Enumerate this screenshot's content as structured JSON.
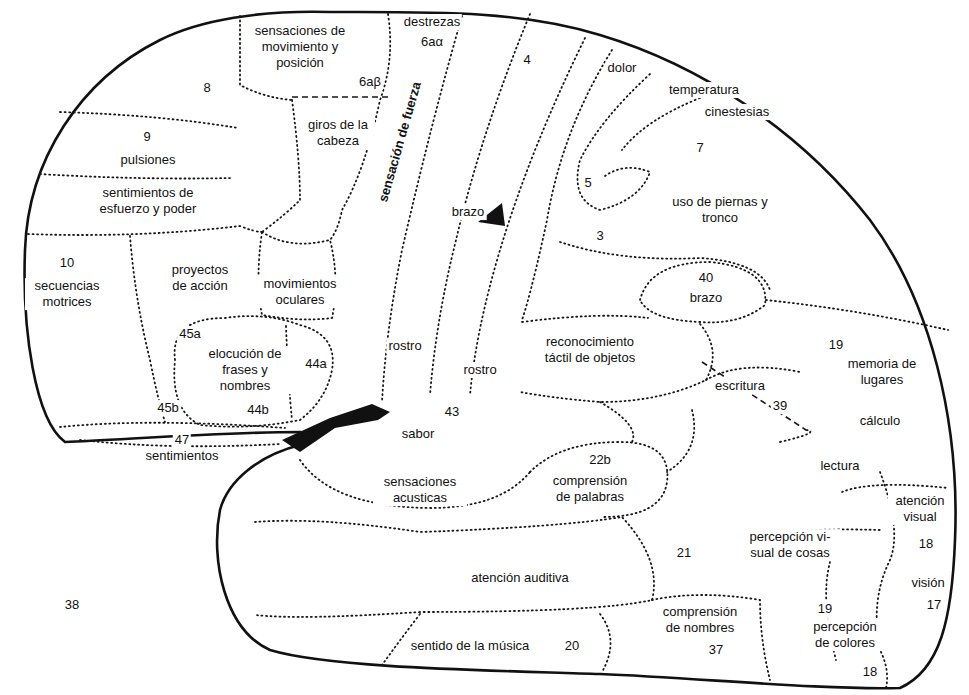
{
  "diagram": {
    "labels": [
      "sensaciones de movimiento y posición",
      "destrezas",
      "6aα",
      "4",
      "dolor",
      "6aβ",
      "8",
      "temperatura",
      "cinestesias",
      "giros de la cabeza",
      "sensación de fuerza",
      "9",
      "7",
      "pulsiones",
      "5",
      "sentimientos de esfuerzo y poder",
      "uso de piernas y tronco",
      "brazo",
      "3",
      "10",
      "proyectos de acción",
      "40",
      "secuencias motrices",
      "movimientos oculares",
      "brazo",
      "45a",
      "rostro",
      "reconocimiento táctil de objetos",
      "19",
      "memoria de lugares",
      "elocución de frases y nombres",
      "44a",
      "rostro",
      "escritura",
      "39",
      "45b",
      "44b",
      "43",
      "cálculo",
      "sabor",
      "47",
      "sentimientos",
      "22b",
      "lectura",
      "sensaciones acusticas",
      "comprensión de palabras",
      "atención visual",
      "percepción vi- sual de cosas",
      "18",
      "21",
      "atención auditiva",
      "visión",
      "38",
      "17",
      "19",
      "comprensión de nombres",
      "percepción de colores",
      "sentido de la música",
      "20",
      "37",
      "18"
    ]
  }
}
